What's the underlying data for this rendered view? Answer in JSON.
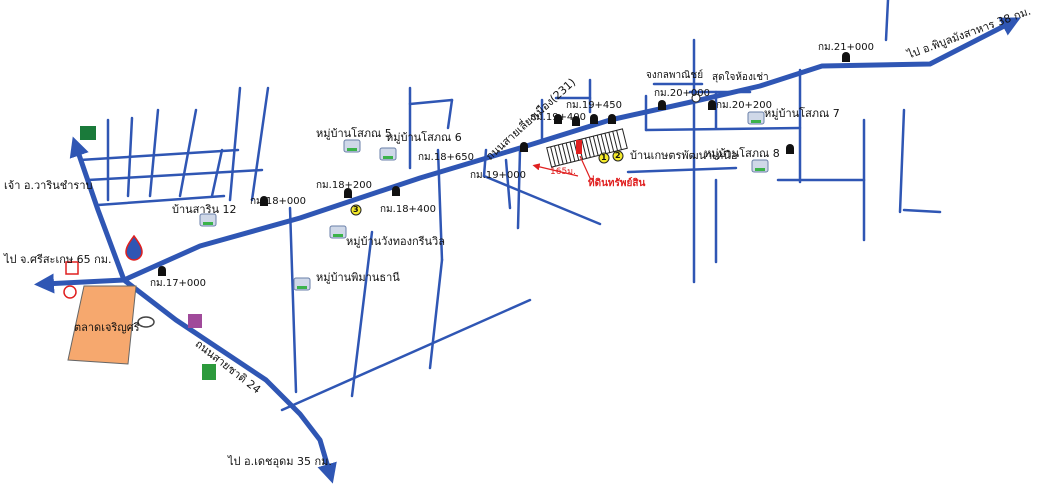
{
  "labels": {
    "to_warin": "เจ้า อ.วารินชำราบ",
    "to_sisaket": "ไป จ.ศรีสะเกษ 65 กม.",
    "to_detudom": "ไป อ.เดชอุดม 35 กม.",
    "to_phibun": "ไป อ.พิบูลมังสาหาร 38 กม.",
    "km17": "กม.17+000",
    "km18a": "กม.18+000",
    "km18b": "กม.18+200",
    "km18c": "กม.18+400",
    "km18d": "กม.18+650",
    "km19a": "กม.19+000",
    "km19b": "กม.19+400",
    "km19c": "กม.19+450",
    "km20a": "กม.20+000",
    "km20b": "กม.20+200",
    "km21": "กม.21+000",
    "road231": "ถนนสายเลี่ยงเมือง(231)",
    "road24": "ถนนสายชาติ 24",
    "market": "ตลาดเจริญศรี",
    "village_12": "บ้านสาริน 12",
    "village_5": "หมู่บ้านโสภณ 5",
    "village_6": "หมู่บ้านโสภณ 6",
    "village_7": "หมู่บ้านโสภณ 7",
    "village_8": "หมู่บ้านโสภณ 8",
    "village_wang": "หมู่บ้านวังทองกรีนวิล",
    "village_phiman": "หมู่บ้านพิมานธานี",
    "village_kaset": "บ้านเกษตรพัฒนาเหนือ",
    "kong": "จงกลพาณิชย์",
    "sud": "สุดใจห้องเช่า",
    "land": "ที่ดินทรัพย์สิน",
    "dist": "165ม.",
    "m1": "1",
    "m2": "2",
    "m3": "3"
  },
  "colors": {
    "road": "#2f56b4",
    "market": "#f6a86e",
    "marker": "#f4ea2a",
    "arrow_red": "#e02020"
  }
}
